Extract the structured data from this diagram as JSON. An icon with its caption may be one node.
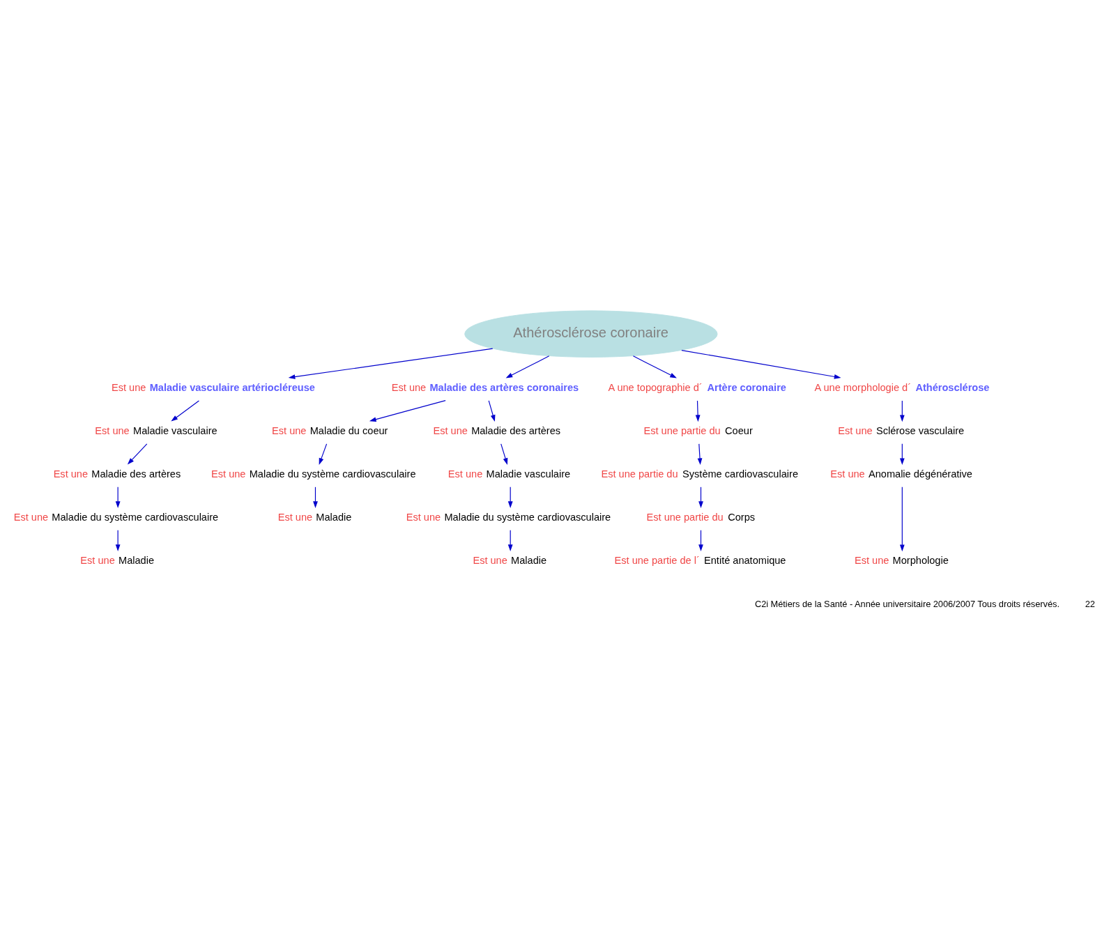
{
  "diagram": {
    "nodes": [
      {
        "text": [
          "Athérosclérose coronaire"
        ]
      },
      {
        "text": [
          "Est une",
          "**Maladie vasculaire artériocléreuse**"
        ]
      },
      {
        "text": [
          "Est une",
          "Maladie vasculaire"
        ]
      },
      {
        "text": [
          "Est une",
          "Maladie des artères"
        ]
      },
      {
        "text": [
          "Est une",
          "Maladie du système cardiovasculaire"
        ]
      },
      {
        "text": [
          "Est une",
          "Maladie"
        ]
      },
      {
        "text": [
          "Est une",
          "**Maladie des artères coronaires**"
        ]
      },
      {
        "text": [
          "Est une",
          "Maladie du coeur"
        ]
      },
      {
        "text": [
          "Est une",
          "Maladie du système cardiovasculaire"
        ]
      },
      {
        "text": [
          "Est une",
          "Maladie"
        ]
      },
      {
        "text": [
          "Est une",
          "Maladie des artères"
        ]
      },
      {
        "text": [
          "Est une",
          "Maladie vasculaire"
        ]
      },
      {
        "text": [
          "Est une",
          "Maladie du système cardiovasculaire"
        ]
      },
      {
        "text": [
          "Est une",
          "Maladie"
        ]
      },
      {
        "text": [
          "A une topographie d´",
          "**Artère coronaire**"
        ]
      },
      {
        "text": [
          "Est une partie du",
          "Coeur"
        ]
      },
      {
        "text": [
          "Est une partie du",
          "Système cardiovasculaire"
        ]
      },
      {
        "text": [
          "Est une partie du",
          "Corps"
        ]
      },
      {
        "text": [
          "Est une partie de l´",
          "Entité anatomique"
        ]
      },
      {
        "text": [
          "A une morphologie d´",
          "**Athérosclérose**"
        ]
      },
      {
        "text": [
          "Est une",
          "Sclérose vasculaire"
        ]
      },
      {
        "text": [
          "Est une",
          "Anomalie dégénérative"
        ]
      },
      {
        "text": [
          "Est une",
          "Morphologie"
        ]
      }
    ],
    "edges": [
      {
        "from": 0,
        "to": 1,
        "arrow": "to"
      },
      {
        "from": 1,
        "to": 2,
        "arrow": "to"
      },
      {
        "from": 2,
        "to": 3,
        "arrow": "to"
      },
      {
        "from": 3,
        "to": 4,
        "arrow": "to"
      },
      {
        "from": 4,
        "to": 5,
        "arrow": "to"
      },
      {
        "from": 0,
        "to": 6,
        "arrow": "to"
      },
      {
        "from": 6,
        "to": 7,
        "arrow": "to"
      },
      {
        "from": 7,
        "to": 8,
        "arrow": "to"
      },
      {
        "from": 8,
        "to": 9,
        "arrow": "to"
      },
      {
        "from": 6,
        "to": 10,
        "arrow": "to"
      },
      {
        "from": 10,
        "to": 11,
        "arrow": "to"
      },
      {
        "from": 11,
        "to": 12,
        "arrow": "to"
      },
      {
        "from": 12,
        "to": 13,
        "arrow": "to"
      },
      {
        "from": 0,
        "to": 14,
        "arrow": "to"
      },
      {
        "from": 14,
        "to": 15,
        "arrow": "to"
      },
      {
        "from": 15,
        "to": 16,
        "arrow": "to"
      },
      {
        "from": 16,
        "to": 17,
        "arrow": "to"
      },
      {
        "from": 17,
        "to": 18,
        "arrow": "to"
      },
      {
        "from": 0,
        "to": 19,
        "arrow": "to"
      },
      {
        "from": 19,
        "to": 20,
        "arrow": "to"
      },
      {
        "from": 20,
        "to": 21,
        "arrow": "to"
      },
      {
        "from": 21,
        "to": 22,
        "arrow": "to"
      }
    ],
    "labels": [
      "C2i Métiers de la Santé - Année universitaire 2006/2007 Tous droits réservés.",
      "22"
    ]
  }
}
